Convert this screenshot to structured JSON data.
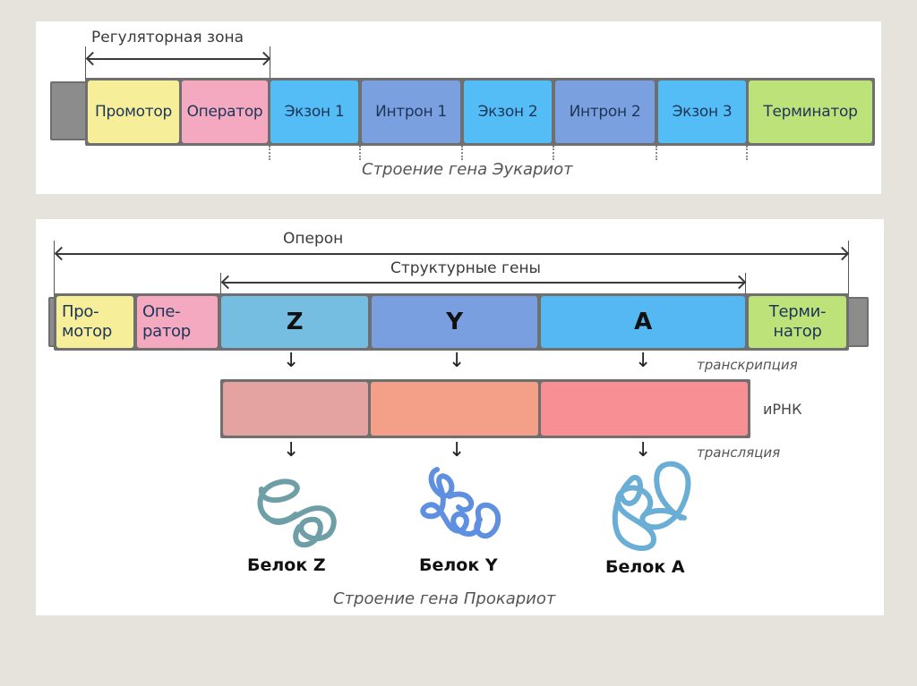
{
  "eukaryote": {
    "regulatory_zone_label": "Регуляторная зона",
    "segments": [
      {
        "label": "Промотор",
        "color": "#f7ee9a"
      },
      {
        "label": "Оператор",
        "color": "#f5a9c0"
      },
      {
        "label": "Экзон 1",
        "color": "#55bdf5"
      },
      {
        "label": "Интрон 1",
        "color": "#7aa0e0"
      },
      {
        "label": "Экзон 2",
        "color": "#55bdf5"
      },
      {
        "label": "Интрон 2",
        "color": "#7aa0e0"
      },
      {
        "label": "Экзон 3",
        "color": "#55bdf5"
      },
      {
        "label": "Терминатор",
        "color": "#bde27a"
      }
    ],
    "caption": "Строение гена Эукариот"
  },
  "prokaryote": {
    "operon_label": "Оперон",
    "structural_genes_label": "Структурные гены",
    "segments": [
      {
        "line1": "Про-",
        "line2": "мотор",
        "color": "#f7ee9a"
      },
      {
        "line1": "Опе-",
        "line2": "ратор",
        "color": "#f5a9c0"
      },
      {
        "label": "Z",
        "color": "#76bde2"
      },
      {
        "label": "Y",
        "color": "#7a9fe0"
      },
      {
        "label": "A",
        "color": "#55b8f3"
      },
      {
        "line1": "Терми-",
        "line2": "натор",
        "color": "#bde27a"
      }
    ],
    "transcription_label": "транскрипция",
    "mrna_label": "иРНК",
    "mrna_segments": [
      {
        "color": "#e4a3a0"
      },
      {
        "color": "#f4a088"
      },
      {
        "color": "#f78f94"
      }
    ],
    "translation_label": "трансляция",
    "proteins": [
      {
        "label": "Белок Z",
        "color": "#6e9fa6"
      },
      {
        "label": "Белок Y",
        "color": "#5f8fe0"
      },
      {
        "label": "Белок A",
        "color": "#6aaed6"
      }
    ],
    "caption": "Строение гена Прокариот"
  }
}
